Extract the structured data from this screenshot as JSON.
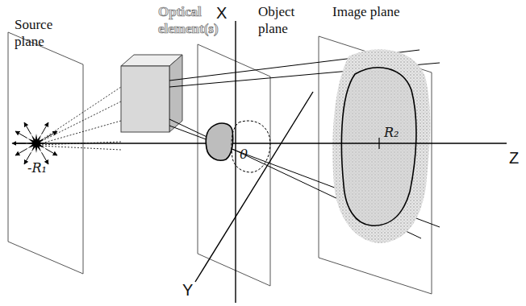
{
  "diagram": {
    "labels": [
      "Source plane",
      "Optical element(s)",
      "X",
      "Object plane",
      "Image plane",
      "-R₁",
      "0",
      "R₂",
      "Z",
      "Y"
    ]
  }
}
